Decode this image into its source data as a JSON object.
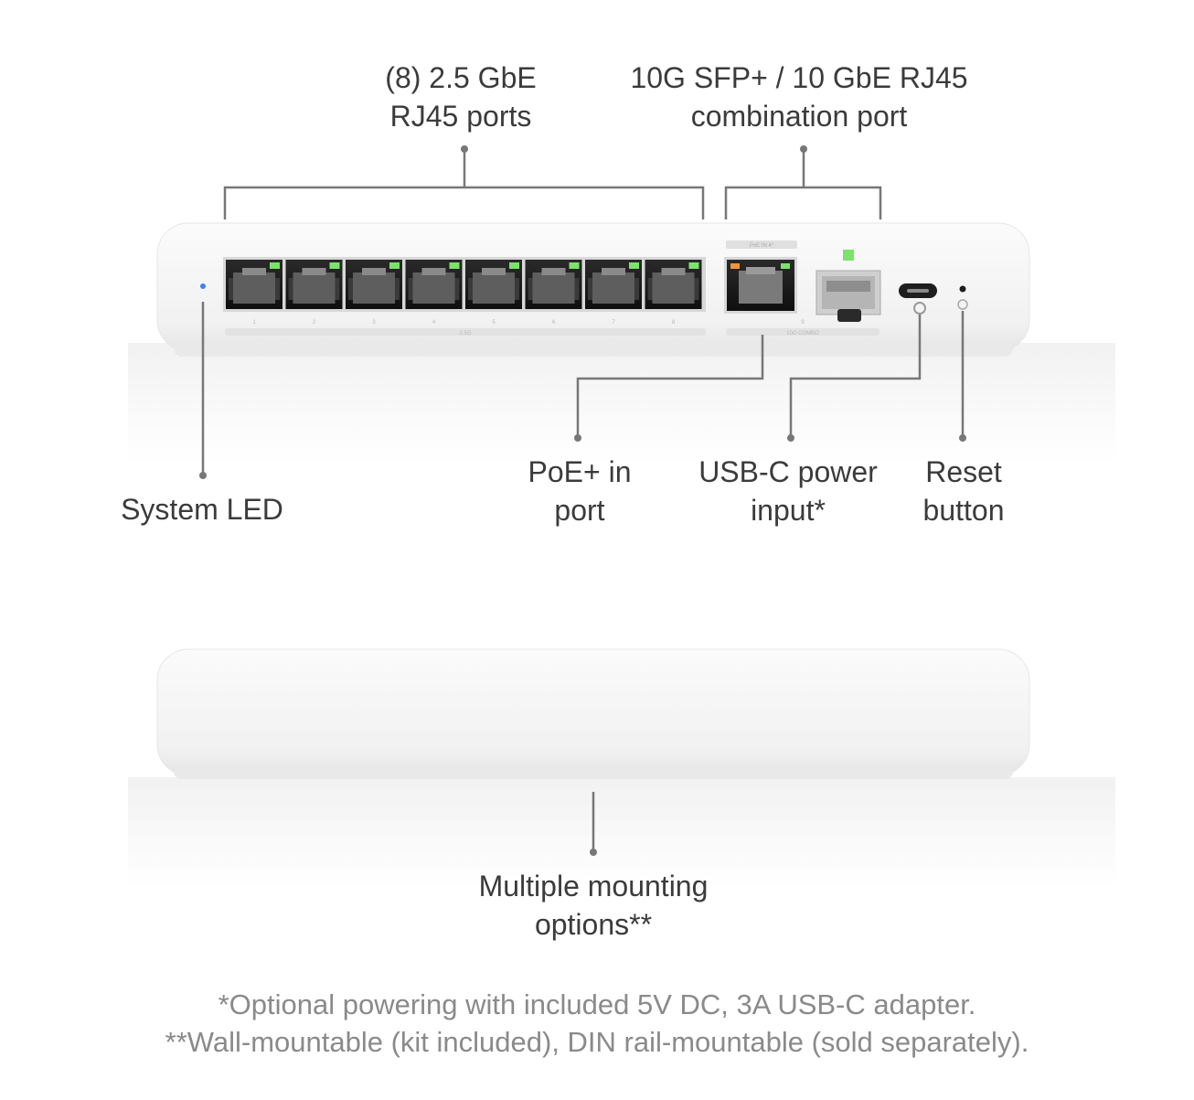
{
  "callouts": {
    "rj45_ports": [
      "(8) 2.5 GbE",
      "RJ45 ports"
    ],
    "combo_port": [
      "10G SFP+ / 10 GbE RJ45",
      "combination port"
    ],
    "system_led": [
      "System LED"
    ],
    "poe_in": [
      "PoE+ in",
      "port"
    ],
    "usbc_power": [
      "USB-C power",
      "input*"
    ],
    "reset_button": [
      "Reset",
      "button"
    ],
    "mounting": [
      "Multiple mounting",
      "options**"
    ]
  },
  "device_labels": {
    "port_numbers": [
      "1",
      "2",
      "3",
      "4",
      "5",
      "6",
      "7",
      "8"
    ],
    "combo_number": "9",
    "group_2_5g": "2.5G",
    "group_10g_combo": "10G COMBO",
    "poe_in_tag": "PoE IN 4*"
  },
  "footnotes": [
    "*Optional powering with included 5V DC, 3A USB-C adapter.",
    "**Wall-mountable (kit included), DIN rail-mountable (sold separately)."
  ],
  "colors": {
    "port_led": "#7be36a",
    "poe_led": "#f0973a",
    "system_led": "#3b82f6"
  }
}
